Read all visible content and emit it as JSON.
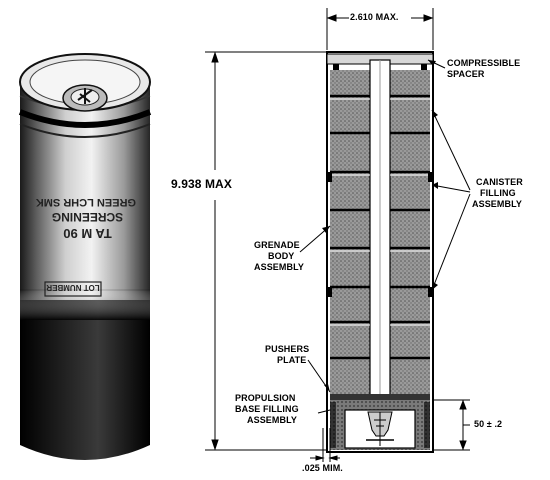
{
  "grenade": {
    "text_line1": "GREEN LCHR SMK",
    "text_line2": "SCREENING",
    "text_line3": "TA M 90",
    "lot_label": "LOT NUMBER"
  },
  "dimensions": {
    "width_max": "2.610 MAX.",
    "height_max": "9.938 MAX",
    "base_height": "50 ± .2",
    "gap_min": ".025 MIM."
  },
  "labels": {
    "compressible_spacer": [
      "COMPRESSIBLE",
      "SPACER"
    ],
    "canister_filling": [
      "CANISTER",
      "FILLING",
      "ASSEMBLY"
    ],
    "grenade_body": [
      "GRENADE",
      "BODY",
      "ASSEMBLY"
    ],
    "pushers_plate": [
      "PUSHERS",
      "PLATE"
    ],
    "propulsion_base": [
      "PROPULSION",
      "BASE FILLING",
      "ASSEMBLY"
    ]
  }
}
